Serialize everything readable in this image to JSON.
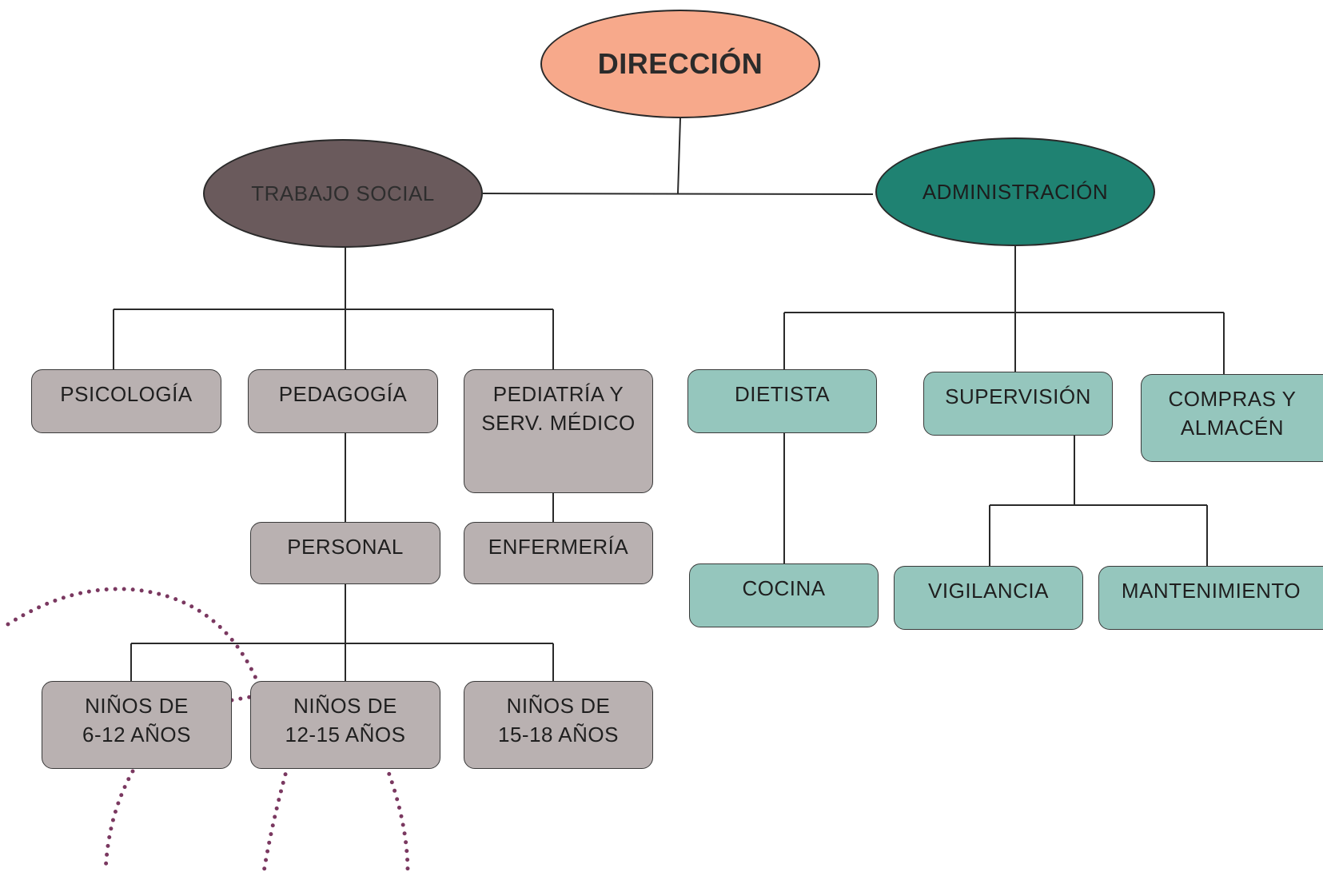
{
  "diagram": {
    "root": "DIRECCIÓN",
    "departments": {
      "trabajo_social": "TRABAJO SOCIAL",
      "administracion": "ADMINISTRACIÓN"
    },
    "trabajo_social_units": {
      "psicologia": "PSICOLOGÍA",
      "pedagogia": "PEDAGOGÍA",
      "pediatria": "PEDIATRÍA Y\nSERV. MÉDICO",
      "personal": "PERSONAL",
      "enfermeria": "ENFERMERÍA",
      "ninos_6_12": "NIÑOS DE\n6-12 AÑOS",
      "ninos_12_15": "NIÑOS DE\n12-15 AÑOS",
      "ninos_15_18": "NIÑOS DE\n15-18 AÑOS"
    },
    "administracion_units": {
      "dietista": "DIETISTA",
      "supervision": "SUPERVISIÓN",
      "compras": "COMPRAS Y\nALMACÉN",
      "cocina": "COCINA",
      "vigilancia": "VIGILANCIA",
      "mantenimiento": "MANTENIMIENTO"
    }
  },
  "colors": {
    "root": "#f7a98b",
    "trabajo_social": "#6a5a5c",
    "administracion": "#1f8272",
    "gray_box": "#b9b1b1",
    "teal_box": "#95c6bd",
    "dots": "#7a3860"
  }
}
